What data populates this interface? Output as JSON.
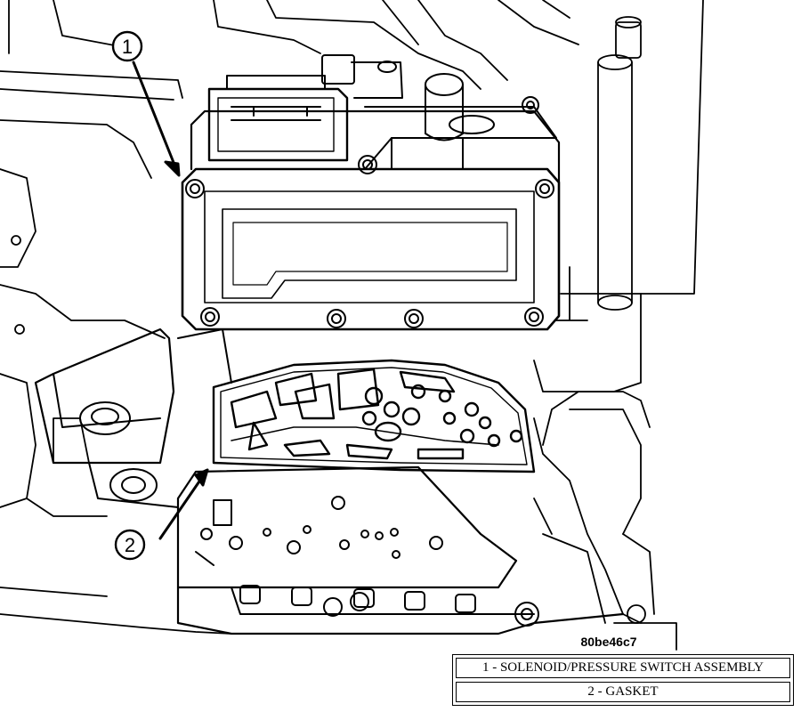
{
  "figure": {
    "id_code": "80be46c7",
    "callouts": [
      {
        "number": "1",
        "part": "solenoid-pressure-switch-assembly"
      },
      {
        "number": "2",
        "part": "gasket"
      }
    ]
  },
  "legend": {
    "items": [
      {
        "label": "1 - SOLENOID/PRESSURE SWITCH ASSEMBLY"
      },
      {
        "label": "2 - GASKET"
      }
    ]
  }
}
